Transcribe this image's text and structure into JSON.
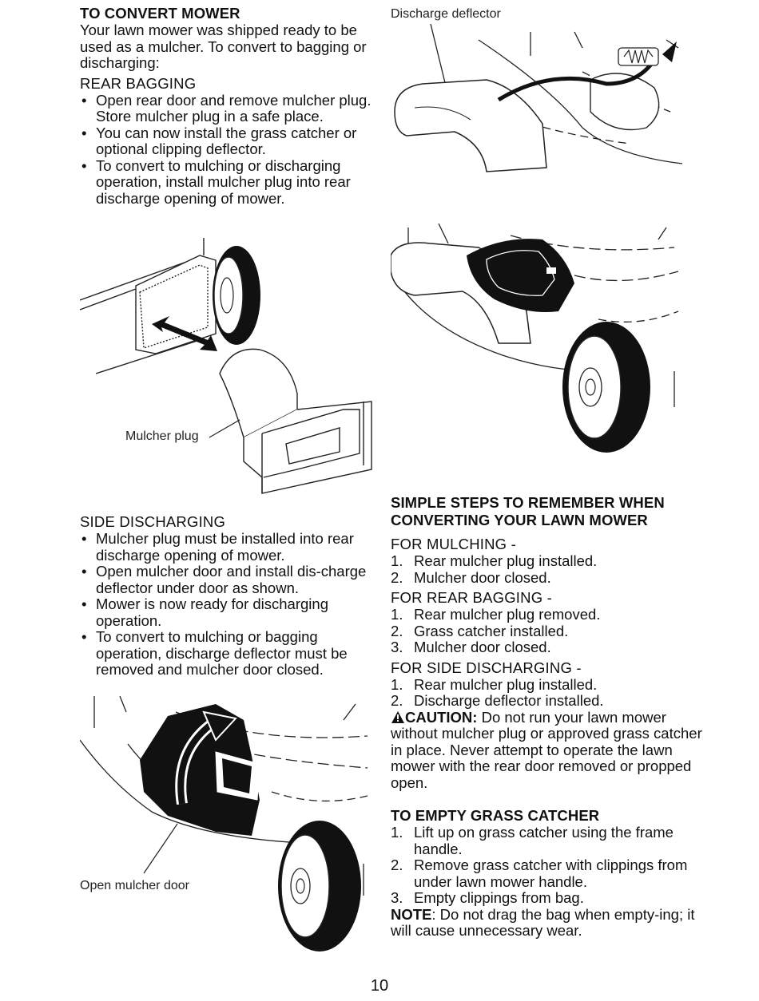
{
  "left": {
    "convert_title": "TO CONVERT MOWER",
    "convert_intro": "Your lawn mower was shipped ready to be used as a mulcher. To convert to bagging or discharging:",
    "rear_bagging": {
      "heading": "REAR BAGGING",
      "bullets": [
        "Open rear door and remove mulcher plug. Store mulcher plug in a safe place.",
        "You can now install the grass catcher or optional clipping deflector.",
        "To convert to mulching or discharging operation, install mulcher plug into rear discharge opening of mower."
      ]
    },
    "mulcher_plug_caption": "Mulcher plug",
    "side_discharging": {
      "heading": "SIDE DISCHARGING",
      "bullets": [
        "Mulcher plug must be installed into rear discharge opening of mower.",
        "Open mulcher door and install dis-charge deflector under door as shown.",
        "Mower is now ready for discharging operation.",
        "To convert to mulching or bagging operation, discharge deflector must be removed and mulcher door closed."
      ]
    },
    "open_door_caption": "Open mulcher door"
  },
  "right": {
    "deflector_caption": "Discharge deflector",
    "steps_title": "SIMPLE STEPS TO REMEMBER WHEN CONVERTING YOUR LAWN MOWER",
    "mulching": {
      "heading": "FOR MULCHING -",
      "items": [
        {
          "num": "1.",
          "text": "Rear mulcher plug installed."
        },
        {
          "num": "2.",
          "text": "Mulcher door closed."
        }
      ]
    },
    "rear_bagging": {
      "heading": "FOR REAR BAGGING -",
      "items": [
        {
          "num": "1.",
          "text": "Rear mulcher plug removed."
        },
        {
          "num": "2.",
          "text": "Grass catcher installed."
        },
        {
          "num": "3.",
          "text": "Mulcher door closed."
        }
      ]
    },
    "side_discharging": {
      "heading": "FOR SIDE DISCHARGING -",
      "items": [
        {
          "num": "1.",
          "text": "Rear mulcher plug installed."
        },
        {
          "num": "2.",
          "text": "Discharge deflector installed."
        }
      ]
    },
    "caution": {
      "label": "CAUTION:",
      "text": "Do not run your lawn mower without mulcher plug or approved grass catcher in place. Never attempt to operate the lawn mower with the rear door removed or propped open."
    },
    "empty_title": "TO EMPTY GRASS CATCHER",
    "empty_steps": [
      {
        "num": "1.",
        "text": "Lift up on grass catcher using the frame handle."
      },
      {
        "num": "2.",
        "text": "Remove grass catcher with clippings from under lawn mower handle."
      },
      {
        "num": "3.",
        "text": "Empty clippings from bag."
      }
    ],
    "note": {
      "label": "NOTE",
      "text": ": Do not drag the bag when empty-ing; it will cause unnecessary wear."
    }
  },
  "page_number": "10",
  "icons": {
    "warning": "warning-triangle-icon"
  }
}
